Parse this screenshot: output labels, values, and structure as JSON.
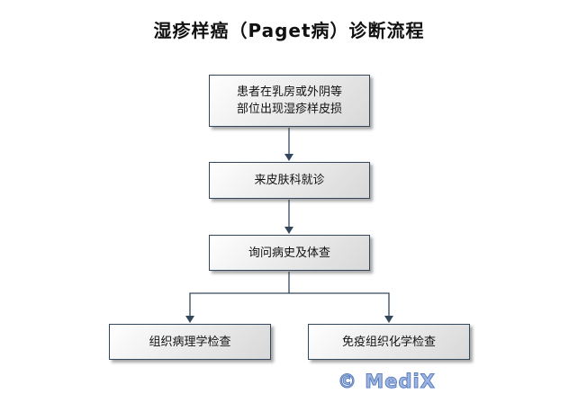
{
  "title": "湿疹样癌（Paget病）诊断流程",
  "steps": [
    {
      "line1": "患者在乳房或外阴等",
      "line2": "部位出现湿疹样皮损"
    },
    {
      "label": "来皮肤科就诊"
    },
    {
      "label": "询问病史及体查"
    },
    {
      "label": "组织病理学检查"
    },
    {
      "label": "免疫组织化学检查"
    }
  ],
  "watermark": "© MediX",
  "colors": {
    "border": "#34475c",
    "arrow": "#34475c"
  }
}
